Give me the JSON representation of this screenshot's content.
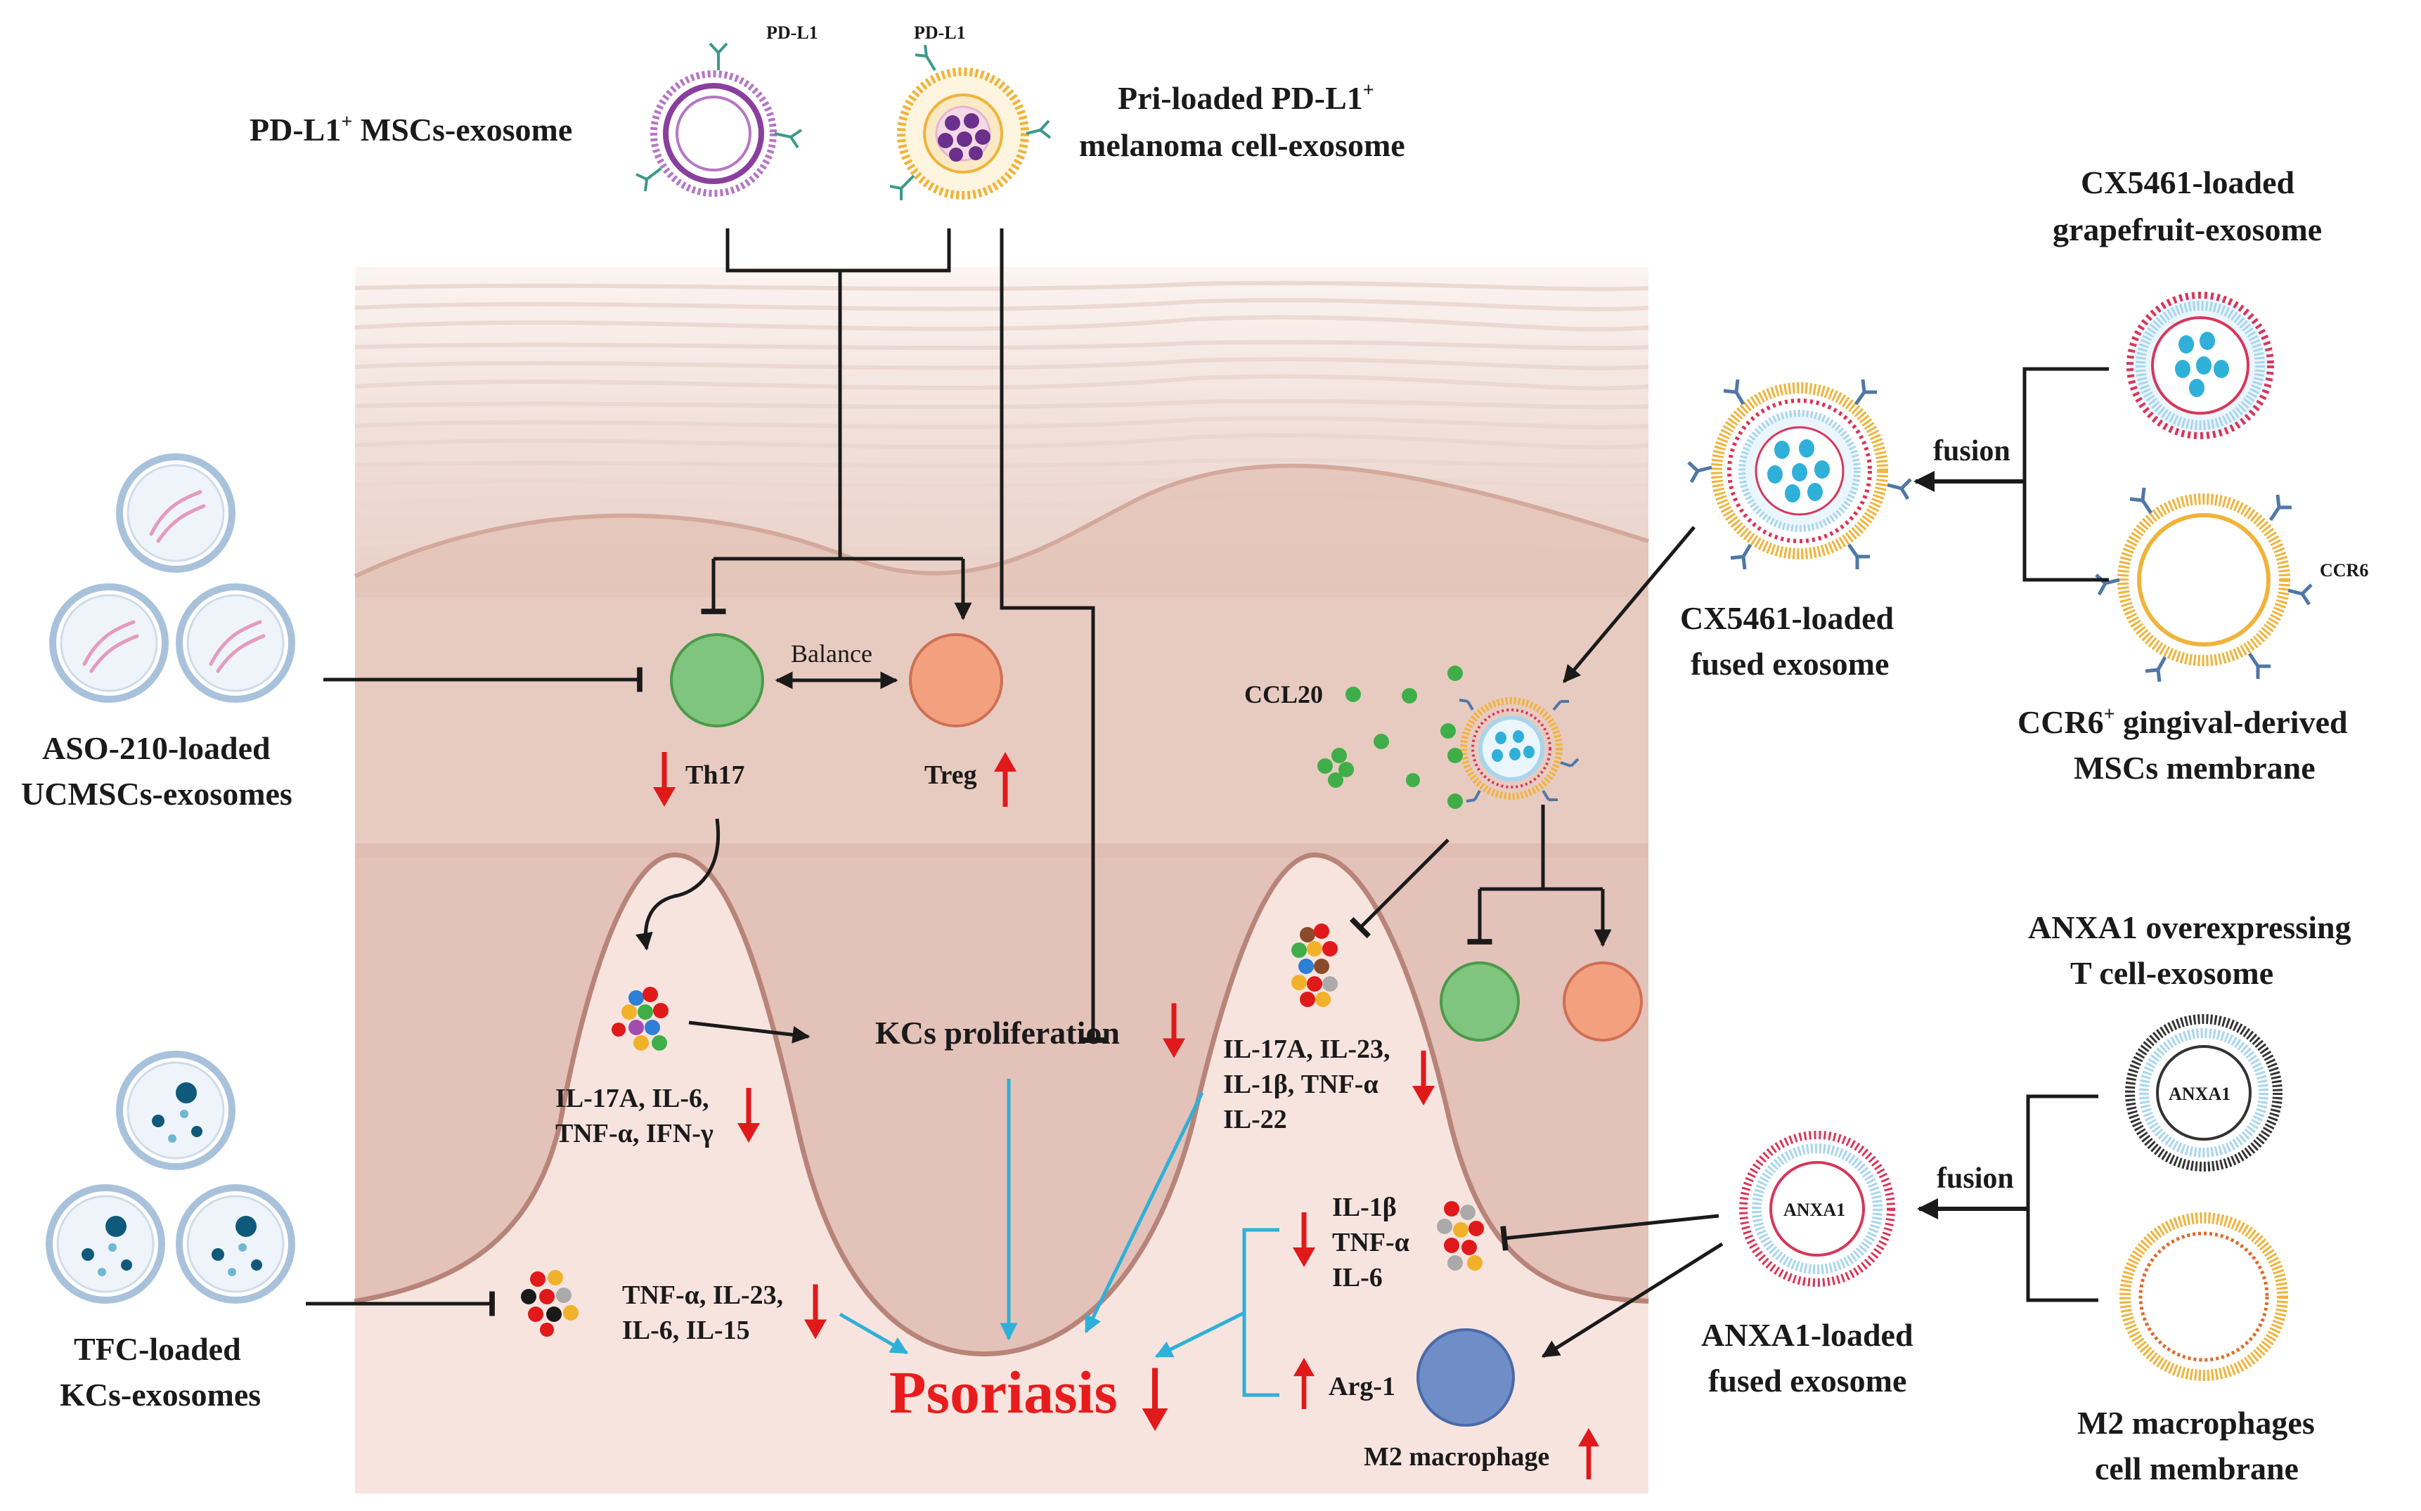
{
  "labels": {
    "pdl1_small_a": "PD-L1",
    "pdl1_small_b": "PD-L1",
    "pdl1_msc_main": "PD-L1",
    "pdl1_msc_sup": "+",
    "pdl1_msc_rest": " MSCs-exosome",
    "pri_line1_main": "Pri-loaded PD-L1",
    "pri_line1_sup": "+",
    "pri_line2": "melanoma cell-exosome",
    "cx_graft_1": "CX5461-loaded",
    "cx_graft_2": "grapefruit-exosome",
    "fusion_top": "fusion",
    "ccr6_small": "CCR6",
    "cx_fused_1": "CX5461-loaded",
    "cx_fused_2": "fused exosome",
    "ccr6_mem_1_main": "CCR6",
    "ccr6_mem_1_sup": "+",
    "ccr6_mem_1_rest": " gingival-derived",
    "ccr6_mem_2": "MSCs membrane",
    "aso_1": "ASO-210-loaded",
    "aso_2": "UCMSCs-exosomes",
    "balance": "Balance",
    "th17": "Th17",
    "treg": "Treg",
    "ccl20": "CCL20",
    "cyt_left_1": "IL-17A, IL-6,",
    "cyt_left_2": "TNF-α, IFN-γ",
    "kcs": "KCs proliferation",
    "cyt_right_1": "IL-17A, IL-23,",
    "cyt_right_2": "IL-1β, TNF-α",
    "cyt_right_3": "IL-22",
    "anxa1_top_1": "ANXA1 overexpressing",
    "anxa1_top_2": "T cell-exosome",
    "anxa1_inner_a": "ANXA1",
    "anxa1_inner_b": "ANXA1",
    "fusion_bottom": "fusion",
    "anxa1_fused_1": "ANXA1-loaded",
    "anxa1_fused_2": "fused exosome",
    "m2_mem_1": "M2 macrophages",
    "m2_mem_2": "cell membrane",
    "tfc_1": "TFC-loaded",
    "tfc_2": "KCs-exosomes",
    "cyt_bottom_1": "TNF-α, IL-23,",
    "cyt_bottom_2": "IL-6, IL-15",
    "m2cyt_1": "IL-1β",
    "m2cyt_2": "TNF-α",
    "m2cyt_3": "IL-6",
    "arg1": "Arg-1",
    "m2_macrophage": "M2 macrophage",
    "psoriasis": "Psoriasis"
  },
  "colors": {
    "arrow_black": "#1a1a1a",
    "arrow_red": "#e0191b",
    "arrow_cyan": "#2fb0d8",
    "psoriasis_red": "#e81c1c",
    "th17_green": "#7fc47f",
    "treg_salmon": "#f3a07f",
    "m2_blue": "#6f8ec8"
  }
}
